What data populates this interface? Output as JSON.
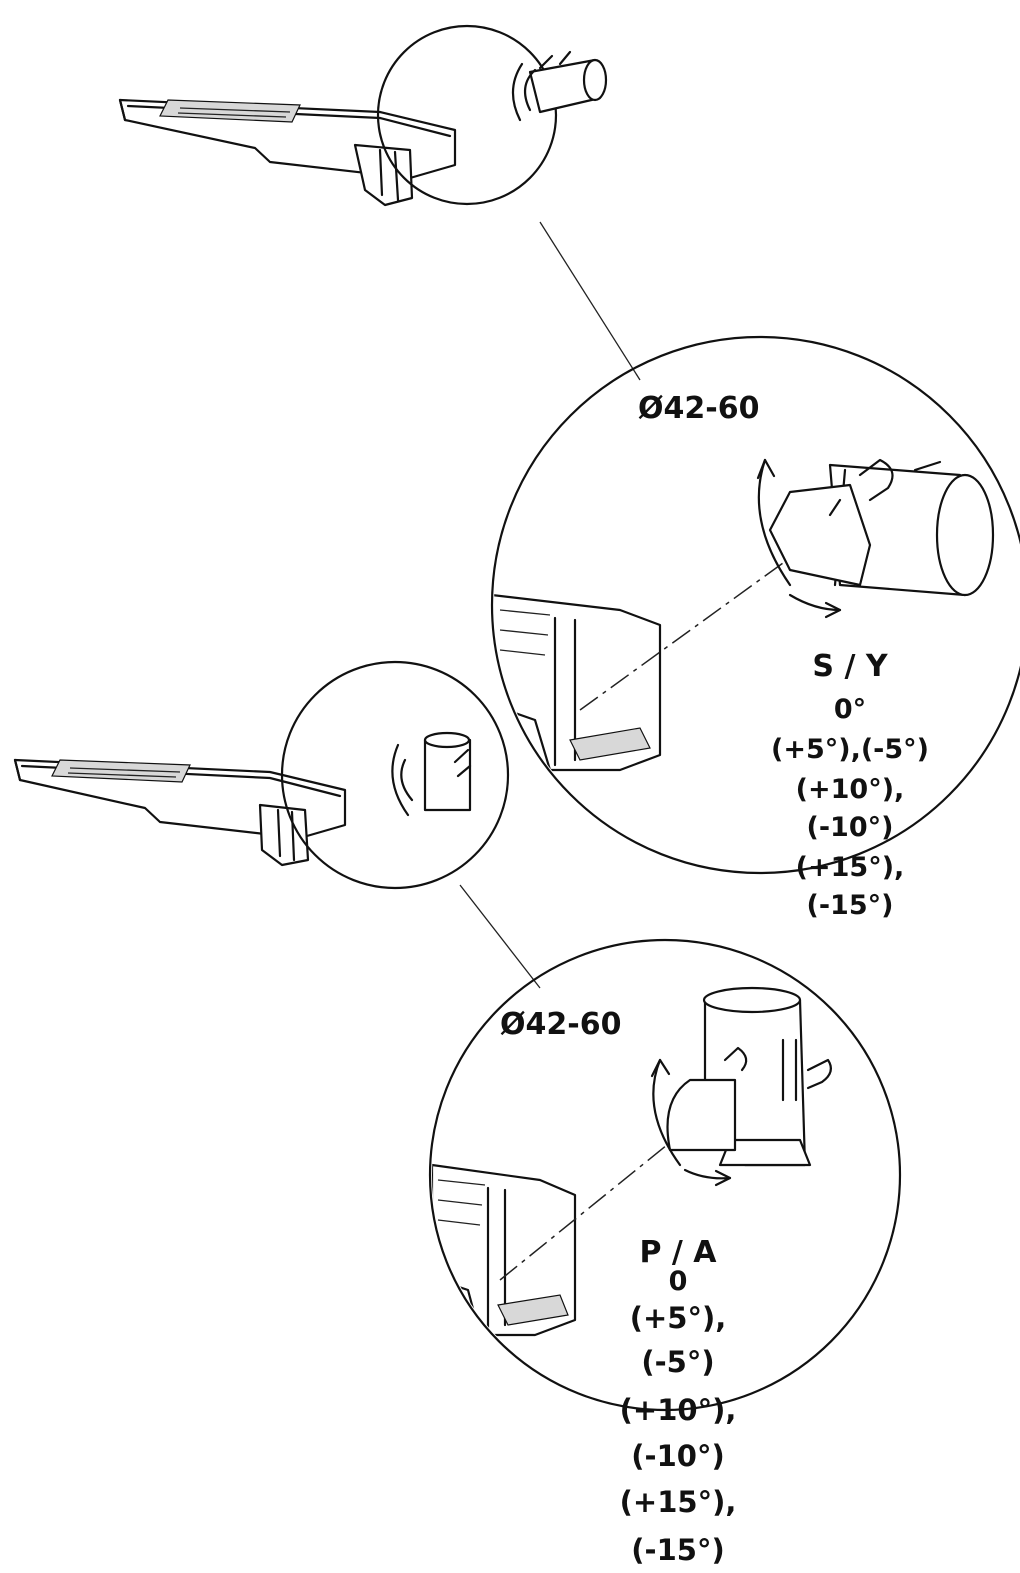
{
  "figure": {
    "top_detail": {
      "diameter": "Ø42-60",
      "mode": "S / Y",
      "angles": [
        "0°",
        "(+5°),(-5°)",
        "(+10°),",
        "(-10°)",
        "(+15°),",
        "(-15°)"
      ]
    },
    "bottom_detail": {
      "diameter": "Ø42-60",
      "mode": "P / A",
      "angles": [
        "0",
        "(+5°),",
        "(-5°)",
        "(+10°),",
        "(-10°)",
        "(+15°),",
        "(-15°)"
      ]
    }
  }
}
